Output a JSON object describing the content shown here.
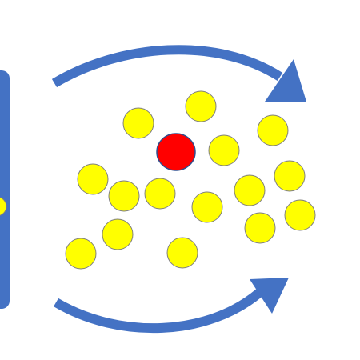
{
  "diagram": {
    "colors": {
      "background": "#ffffff",
      "panel": "#4472C4",
      "arrow": "#4472C4",
      "particle_fill": "#FFFF00",
      "particle_highlight_fill": "#FF0000",
      "particle_stroke": "#7F7F7F",
      "highlight_stroke": "#2F4F8F"
    },
    "elements": {
      "left_panel": "panel",
      "top_arrow": "curved-arrow-right",
      "bottom_arrow": "curved-arrow-right",
      "highlighted_particle": "red-circle",
      "particles": "yellow-circles"
    },
    "particle_count": 17,
    "highlighted_count": 1
  }
}
